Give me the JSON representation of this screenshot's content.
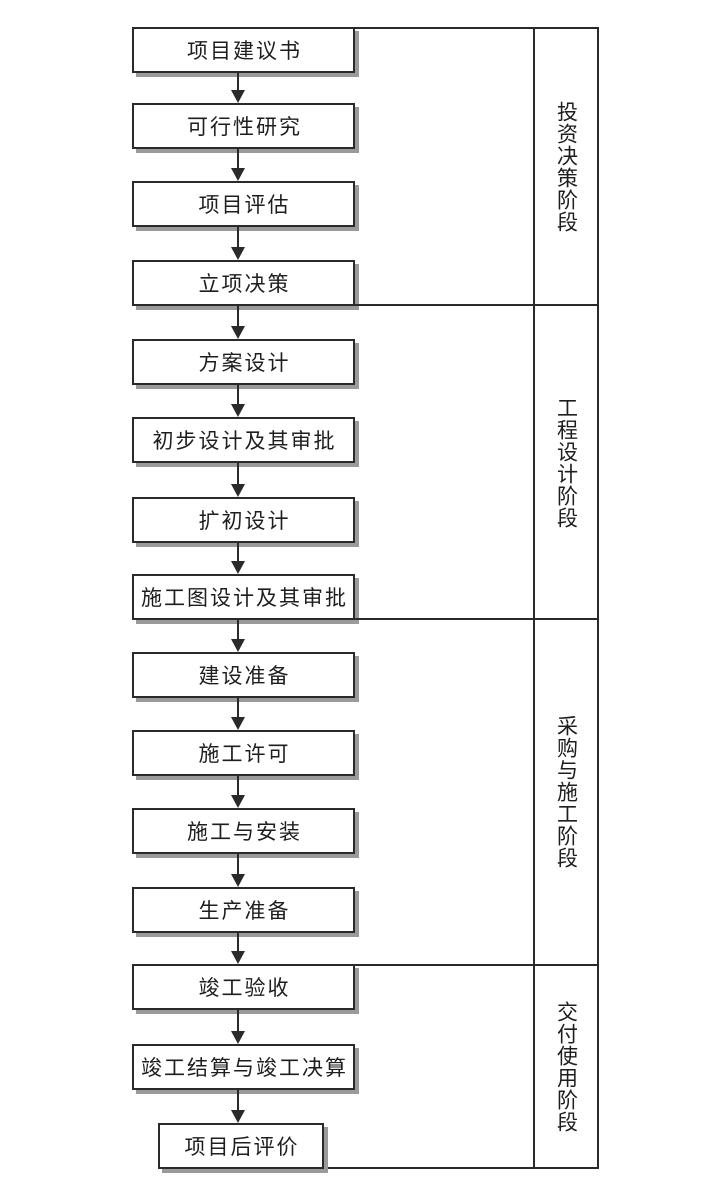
{
  "diagram": {
    "type": "flowchart",
    "direction": "top-down",
    "steps": [
      {
        "label": "项目建议书"
      },
      {
        "label": "可行性研究"
      },
      {
        "label": "项目评估"
      },
      {
        "label": "立项决策"
      },
      {
        "label": "方案设计"
      },
      {
        "label": "初步设计及其审批"
      },
      {
        "label": "扩初设计"
      },
      {
        "label": "施工图设计及其审批"
      },
      {
        "label": "建设准备"
      },
      {
        "label": "施工许可"
      },
      {
        "label": "施工与安装"
      },
      {
        "label": "生产准备"
      },
      {
        "label": "竣工验收"
      },
      {
        "label": "竣工结算与竣工决算"
      },
      {
        "label": "项目后评价"
      }
    ],
    "connections": "sequential-arrows",
    "phases": [
      {
        "label": "投资决策阶段",
        "from_step": 0,
        "to_step": 3
      },
      {
        "label": "工程设计阶段",
        "from_step": 4,
        "to_step": 7
      },
      {
        "label": "采购与施工阶段",
        "from_step": 8,
        "to_step": 11
      },
      {
        "label": "交付使用阶段",
        "from_step": 12,
        "to_step": 14
      }
    ],
    "colors": {
      "line": "#2a2a2a",
      "shadow": "#9a9a9a",
      "text": "#1e1e1e",
      "background": "#ffffff"
    }
  }
}
